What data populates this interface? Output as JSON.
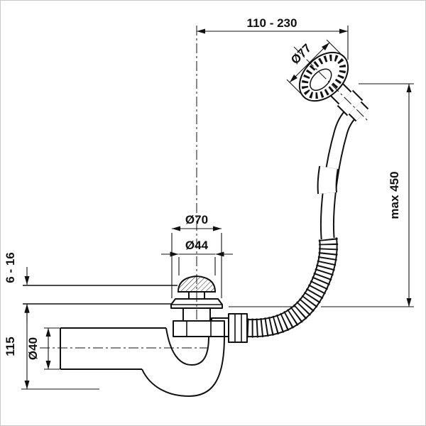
{
  "labels": {
    "span_top": "110 - 230",
    "head_dia": "Ø77",
    "max_height": "max 450",
    "flange_dia": "Ø70",
    "plug_dia": "Ø44",
    "wall_range": "6 - 16",
    "trap_height": "115",
    "pipe_dia": "Ø40"
  },
  "colors": {
    "ink": "#111111",
    "background": "#ffffff"
  }
}
